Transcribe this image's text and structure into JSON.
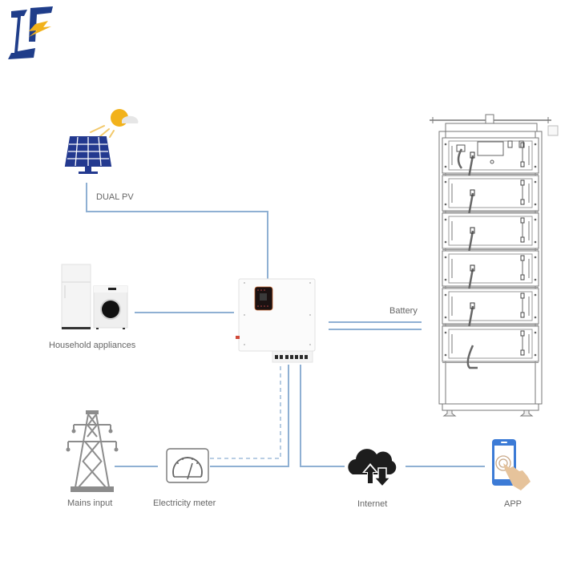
{
  "brand": {
    "logo_letters": "LF",
    "logo_primary_color": "#1f3d8a",
    "logo_accent_color": "#f2b21b"
  },
  "diagram": {
    "title": "Hybrid inverter system wiring diagram",
    "line_color": "#8fb0d3",
    "nodes": {
      "pv": {
        "label": "DUAL PV",
        "icon": "solar-panel-icon"
      },
      "appliances": {
        "label": "Household appliances",
        "icon": "appliances-icon"
      },
      "inverter": {
        "label": "",
        "icon": "hybrid-inverter-icon"
      },
      "battery": {
        "label": "Battery",
        "icon": "battery-rack-icon"
      },
      "mains": {
        "label": "Mains input",
        "icon": "power-tower-icon"
      },
      "meter": {
        "label": "Electricity meter",
        "icon": "electricity-meter-icon"
      },
      "internet": {
        "label": "Internet",
        "icon": "cloud-upload-download-icon"
      },
      "app": {
        "label": "APP",
        "icon": "smartphone-touch-icon"
      }
    },
    "connections": [
      {
        "from": "pv",
        "to": "inverter",
        "style": "solid"
      },
      {
        "from": "appliances",
        "to": "inverter",
        "style": "solid"
      },
      {
        "from": "inverter",
        "to": "battery",
        "style": "double"
      },
      {
        "from": "mains",
        "to": "meter",
        "style": "solid"
      },
      {
        "from": "meter",
        "to": "inverter",
        "style": "solid"
      },
      {
        "from": "meter",
        "to": "inverter",
        "style": "dashed"
      },
      {
        "from": "inverter",
        "to": "internet",
        "style": "solid"
      },
      {
        "from": "internet",
        "to": "app",
        "style": "solid"
      }
    ],
    "battery_modules": 6
  }
}
